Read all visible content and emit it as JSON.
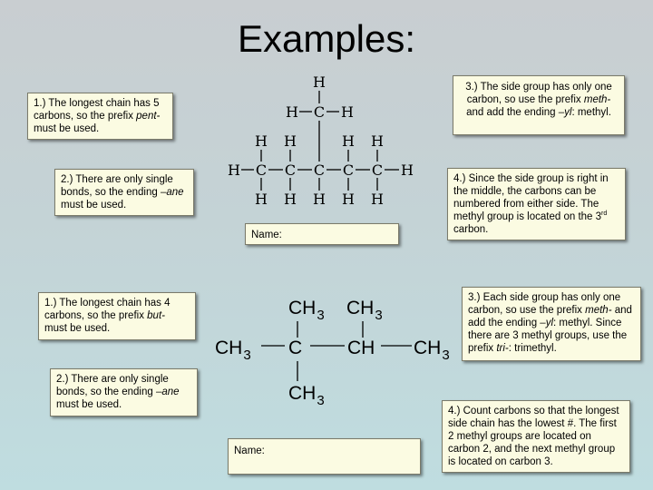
{
  "slide": {
    "title": "Examples:"
  },
  "example1": {
    "notes": {
      "n1": {
        "pre": "1.)  The longest chain has 5 carbons, so the prefix ",
        "ital": "pent-",
        "post": " must be used."
      },
      "n2": {
        "pre": "2.)  There are only single bonds, so the ending ",
        "ital": "–ane",
        "post": " must be used."
      },
      "n3": {
        "pre": "3.)  The side group has only one carbon, so use the prefix ",
        "ital": "meth-",
        "post": " and add the ending ",
        "ital2": "–yl",
        "post2": ": methyl."
      },
      "n4": {
        "pre": "4.)  Since the side group is right in the middle, the carbons can be numbered from either side.  The methyl group is located on the 3",
        "sup": "rd",
        "post": " carbon."
      }
    },
    "name_label": "Name:",
    "structure": {
      "atoms": {
        "H": "H",
        "C": "C"
      }
    }
  },
  "example2": {
    "notes": {
      "n1": {
        "pre": "1.)  The longest chain has 4 carbons, so the prefix ",
        "ital": "but-",
        "post": " must be used."
      },
      "n2": {
        "pre": "2.)  There are only single bonds, so the ending ",
        "ital": "–ane",
        "post": " must be used."
      },
      "n3": {
        "pre": "3.) Each side group has only one carbon, so use the prefix ",
        "ital": "meth-",
        "post": " and add the ending ",
        "ital2": "–yl",
        "post2": ": methyl.  Since there are 3 methyl groups, use the prefix ",
        "ital3": "tri-",
        "post3": ": trimethyl."
      },
      "n4": {
        "text": "4.)  Count carbons so that the longest side chain has the lowest #.  The first 2 methyl groups are located on carbon 2, and the next methyl group is located on carbon 3."
      }
    },
    "name_label": "Name:",
    "structure": {
      "ch3_c": "CH",
      "ch3_sub": "3",
      "c": "C",
      "ch": "CH"
    }
  }
}
